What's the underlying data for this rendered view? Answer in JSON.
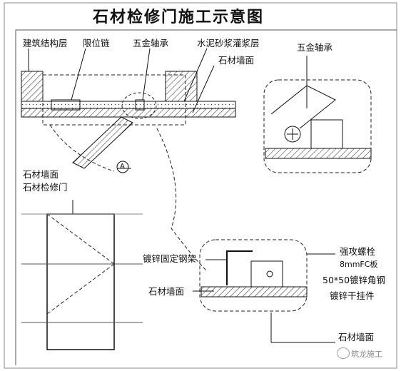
{
  "title": "石材检修门施工示意图",
  "labels": {
    "building_structure": "建筑结构层",
    "limit_chain": "限位链",
    "hardware_bearing_1": "五金轴承",
    "cement_mortar_grout": "水泥砂浆灌浆层",
    "stone_wall_top": "石材墙面",
    "hardware_bearing_detail": "五金轴承",
    "stone_wall_left": "石材墙面",
    "stone_access_door": "石材检修门",
    "galvanized_steel_frame": "镀锌固定钢架",
    "stone_wall_detail": "石材墙面",
    "self_tapping_screw": "强攻螺栓",
    "fc_board": "8mmFC板",
    "angle_steel": "50*50镀锌角钢",
    "dry_hanger": "镀锌干挂件",
    "stone_wall_bottom": "石材墙面"
  },
  "section_mark": "A",
  "watermark": "筑龙施工"
}
